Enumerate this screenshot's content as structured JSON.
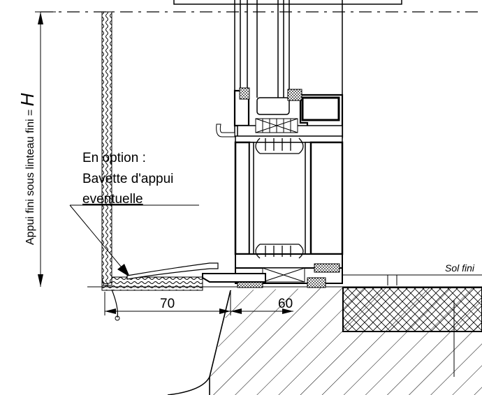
{
  "labels": {
    "height_label": "Appui fini sous  linteau fini = ",
    "height_symbol": "H",
    "option_line1": "En option :",
    "option_line2": "Bavette d'appui",
    "option_line3": "eventuelle",
    "floor_label": "Sol fini"
  },
  "dimensions": {
    "dim_left": "70",
    "dim_right": "60"
  },
  "colors": {
    "ink": "#000000",
    "paper": "#ffffff"
  }
}
